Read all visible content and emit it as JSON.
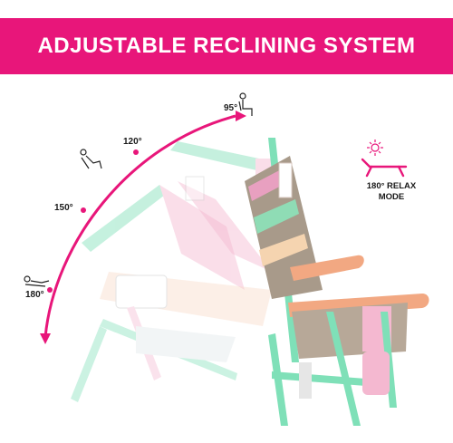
{
  "banner": {
    "title": "ADJUSTABLE RECLINING SYSTEM",
    "color": "#e8167a"
  },
  "angles": [
    {
      "label": "95°",
      "icon": "sitting-person-icon"
    },
    {
      "label": "120°",
      "icon": "reclining-person-icon"
    },
    {
      "label": "150°",
      "icon": ""
    },
    {
      "label": "180°",
      "icon": "lying-person-icon"
    }
  ],
  "relax_mode": {
    "line1": "180° RELAX",
    "line2": "MODE",
    "icon": "sun-lounger-icon"
  },
  "colors": {
    "arc": "#e8167a",
    "frame": "#7fe0b8",
    "armrest": "#f2a882",
    "pink": "#f4b8d0"
  }
}
